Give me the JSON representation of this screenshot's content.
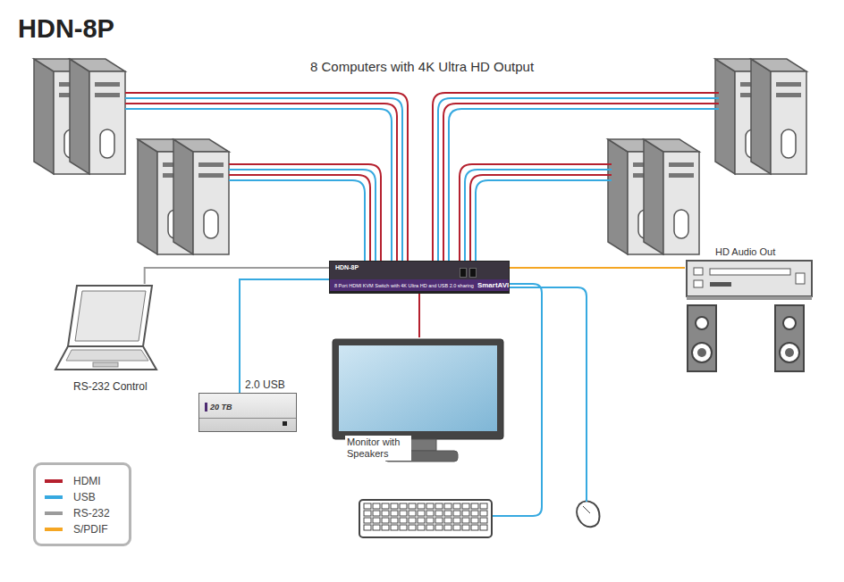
{
  "diagram": {
    "title": "HDN-8P",
    "nodes": [
      {
        "text": [
          "HDN-8P",
          "8 Port HDMI KVM Switch with 4K Ultra HD and USB 2.0 sharing",
          "SmartAVI"
        ]
      },
      {
        "text": [
          "RS-232 Control"
        ]
      },
      {
        "text": [
          "20 TB"
        ]
      },
      {
        "text": [
          "Monitor with Speakers"
        ]
      },
      {
        "text": [
          "HD Audio Out"
        ]
      }
    ],
    "edges": [
      {
        "from": 0,
        "to": 1,
        "arrow": "none"
      },
      {
        "from": 0,
        "to": 2,
        "arrow": "none",
        "label": "2.0 USB"
      },
      {
        "from": 0,
        "to": 3,
        "arrow": "none"
      },
      {
        "from": 0,
        "to": 4,
        "arrow": "none"
      }
    ],
    "labels": [
      "8 Computers with 4K Ultra HD Output"
    ],
    "legend": [
      {
        "text": "HDMI",
        "color": "#b5202e"
      },
      {
        "text": "USB",
        "color": "#36a9e0"
      },
      {
        "text": "RS-232",
        "color": "#9b9b9b"
      },
      {
        "text": "S/PDIF",
        "color": "#f5a623"
      }
    ]
  }
}
